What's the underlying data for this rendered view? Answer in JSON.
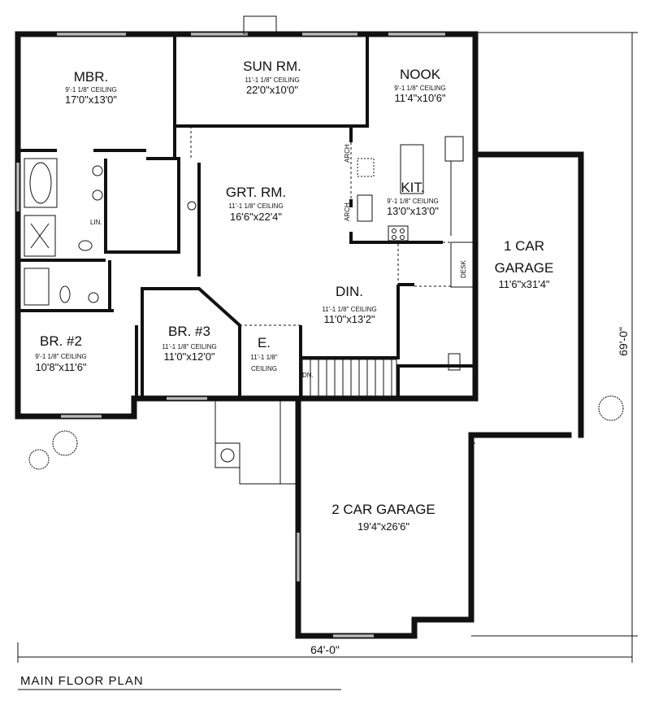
{
  "title": "MAIN FLOOR PLAN",
  "dimensions": {
    "width": "64'-0\"",
    "depth": "69'-0\""
  },
  "rooms": {
    "mbr": {
      "name": "MBR.",
      "ceiling": "9'-1 1/8\" CEILING",
      "size": "17'0\"x13'0\""
    },
    "sun": {
      "name": "SUN RM.",
      "ceiling": "11'-1 1/8\" CEILING",
      "size": "22'0\"x10'0\""
    },
    "nook": {
      "name": "NOOK",
      "ceiling": "9'-1 1/8\" CEILING",
      "size": "11'4\"x10'6\""
    },
    "grt": {
      "name": "GRT. RM.",
      "ceiling": "11'-1 1/8\" CEILING",
      "size": "16'6\"x22'4\""
    },
    "kit": {
      "name": "KIT.",
      "ceiling": "9'-1 1/8\" CEILING",
      "size": "13'0\"x13'0\""
    },
    "garage1": {
      "name1": "1 CAR",
      "name2": "GARAGE",
      "size": "11'6\"x31'4\""
    },
    "din": {
      "name": "DIN.",
      "ceiling": "11'-1 1/8\" CEILING",
      "size": "11'0\"x13'2\""
    },
    "br2": {
      "name": "BR. #2",
      "ceiling": "9'-1 1/8\" CEILING",
      "size": "10'8\"x11'6\""
    },
    "br3": {
      "name": "BR. #3",
      "ceiling": "11'-1 1/8\" CEILING",
      "size": "11'0\"x12'0\""
    },
    "entry": {
      "name": "E.",
      "ceiling1": "11'-1 1/8\"",
      "ceiling2": "CEILING"
    },
    "garage2": {
      "name": "2 CAR GARAGE",
      "size": "19'4\"x26'6\""
    }
  },
  "labels": {
    "linen": "LIN.",
    "arch": "ARCH",
    "desk": "DESK",
    "down": "DN."
  }
}
